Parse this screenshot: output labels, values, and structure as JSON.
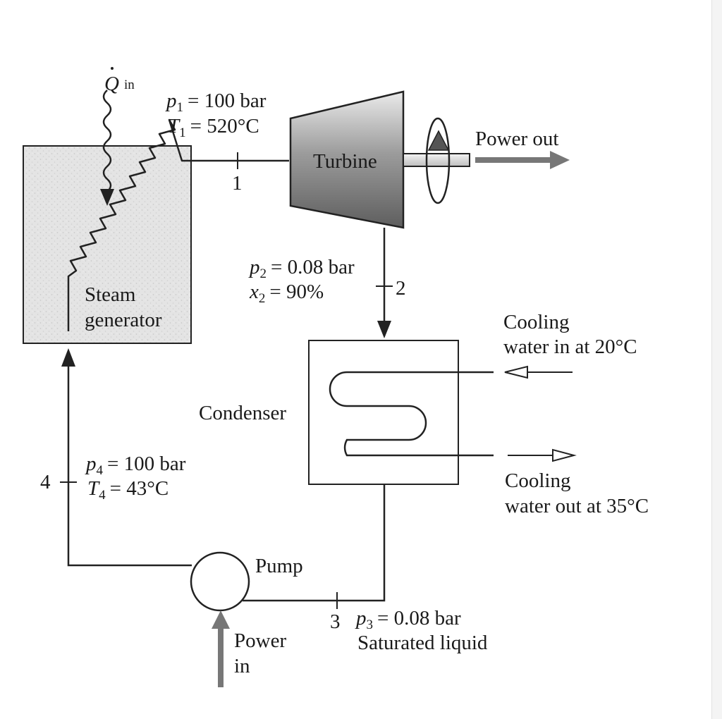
{
  "heat_input": {
    "symbol": "Q",
    "subscript": "in"
  },
  "state1": {
    "p_sym": "p",
    "p_sub": "1",
    "p_val": "= 100 bar",
    "T_sym": "T",
    "T_sub": "1",
    "T_val": "= 520°C",
    "point": "1"
  },
  "turbine": {
    "label": "Turbine"
  },
  "power_out": {
    "label": "Power out"
  },
  "steam_generator": {
    "line1": "Steam",
    "line2": "generator"
  },
  "state2": {
    "p_sym": "p",
    "p_sub": "2",
    "p_val": "= 0.08 bar",
    "x_sym": "x",
    "x_sub": "2",
    "x_val": "= 90%",
    "point": "2"
  },
  "cooling_in": {
    "line1": "Cooling",
    "line2": "water in at 20°C"
  },
  "cooling_out": {
    "line1": "Cooling",
    "line2": "water out at 35°C"
  },
  "condenser": {
    "label": "Condenser"
  },
  "state4": {
    "point": "4",
    "p_sym": "p",
    "p_sub": "4",
    "p_val": "= 100 bar",
    "T_sym": "T",
    "T_sub": "4",
    "T_val": "= 43°C"
  },
  "pump": {
    "label": "Pump"
  },
  "power_in": {
    "line1": "Power",
    "line2": "in"
  },
  "state3": {
    "point": "3",
    "p_sym": "p",
    "p_sub": "3",
    "p_val": "= 0.08 bar",
    "desc": "Saturated liquid"
  }
}
